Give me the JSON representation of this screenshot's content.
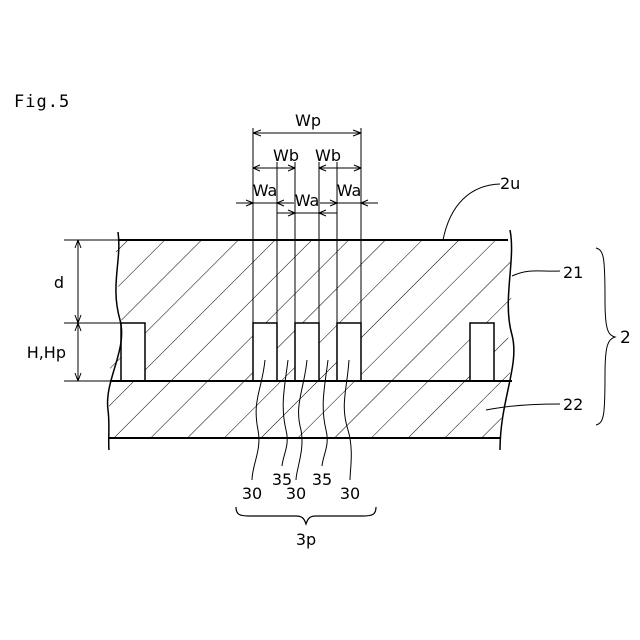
{
  "figure": {
    "title": "Fig.5",
    "dimensions": {
      "wp": "Wp",
      "wb_left": "Wb",
      "wb_right": "Wb",
      "wa_left": "Wa",
      "wa_center": "Wa",
      "wa_right": "Wa",
      "d": "d",
      "h_hp": "H,Hp"
    },
    "labels": {
      "surface": "2u",
      "upper_layer": "21",
      "lower_layer": "22",
      "substrate": "2",
      "group": "3p"
    },
    "bottom_refs": [
      "30",
      "35",
      "30",
      "35",
      "30"
    ]
  }
}
